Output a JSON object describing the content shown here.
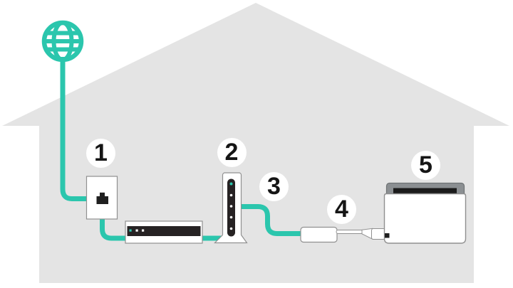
{
  "diagram_title": "wired-internet-connection-diagram",
  "colors": {
    "accent_cable": "#2BC6AD",
    "house_fill": "#e4e4e4",
    "device_outline": "#909090",
    "device_band": "#262223",
    "tablet_gray": "#8b8f92",
    "screen_black": "#1b1b1b"
  },
  "badges": {
    "b1": "1",
    "b2": "2",
    "b3": "3",
    "b4": "4",
    "b5": "5"
  }
}
